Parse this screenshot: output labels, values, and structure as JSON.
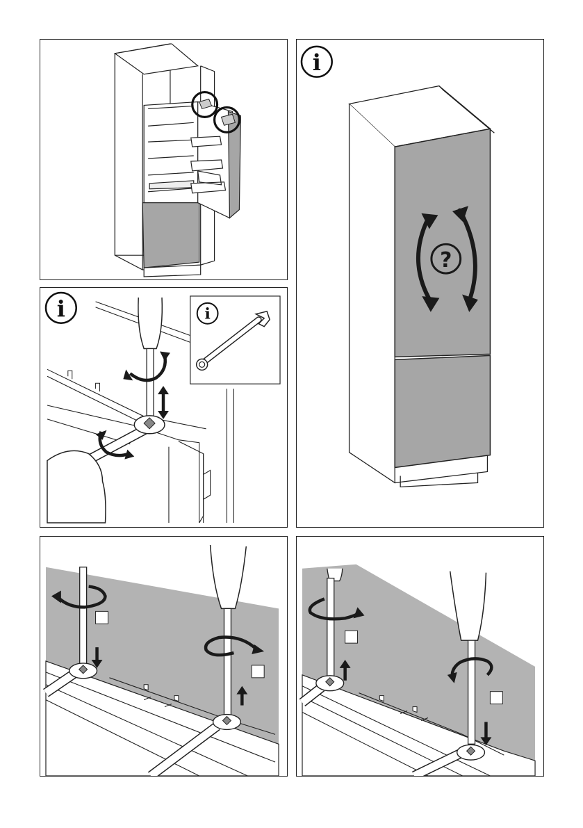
{
  "page": {
    "info_symbol": "i",
    "question_symbol": "?"
  },
  "icons": {
    "info": "info-circle-icon",
    "question": "question-mark-icon",
    "rotate": "curved-rotate-arrow-icon",
    "push_pull": "double-arrow-icon",
    "wrench": "open-end-wrench-icon",
    "screwdriver": "screwdriver-icon"
  },
  "colors": {
    "door_gray": "#a6a6a6",
    "panel_gray": "#b3b3b3",
    "line": "#222222",
    "arrow": "#1a1a1a"
  },
  "panels": [
    {
      "id": "p1",
      "content": "fridge-door-open-hinges-highlighted"
    },
    {
      "id": "p2",
      "content": "fridge-door-alignment-question",
      "info": true
    },
    {
      "id": "p3",
      "content": "hinge-adjustment-screwdriver-wrench",
      "info": true,
      "inset_info": true
    },
    {
      "id": "p4",
      "content": "adjust-left-screw-down-right-screw-up"
    },
    {
      "id": "p5",
      "content": "adjust-left-screw-up-right-screw-down"
    }
  ]
}
